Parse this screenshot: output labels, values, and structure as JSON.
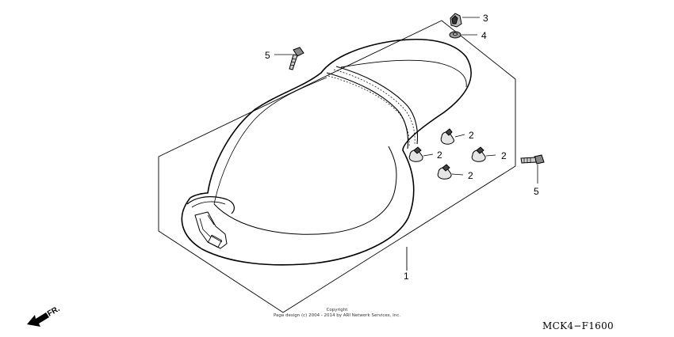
{
  "diagram": {
    "code": "MCK4−F1600",
    "front_label": "FR.",
    "copyright_line1": "Copyright",
    "copyright_line2": "Page design (c) 2004 - 2014 by ARI Network Services, Inc."
  },
  "parts": [
    {
      "ref": "1",
      "part": "seat"
    },
    {
      "ref": "2",
      "part": "rubber-cushion"
    },
    {
      "ref": "3",
      "part": "nut"
    },
    {
      "ref": "4",
      "part": "washer"
    },
    {
      "ref": "5",
      "part": "bolt"
    }
  ],
  "callouts": {
    "seat": "1",
    "cushion_a": "2",
    "cushion_b": "2",
    "cushion_c": "2",
    "cushion_d": "2",
    "nut": "3",
    "washer": "4",
    "bolt_left": "5",
    "bolt_right": "5"
  }
}
